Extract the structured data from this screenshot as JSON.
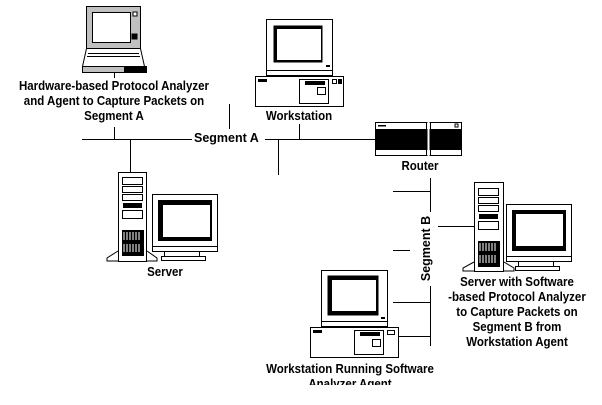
{
  "diagram": {
    "title": "Protocol analyzer network topology",
    "segments": {
      "a": "Segment A",
      "b": "Segment B"
    },
    "nodes": {
      "hw_analyzer": {
        "lines": [
          "Hardware-based Protocol Analyzer",
          "and Agent to Capture Packets on",
          "Segment A"
        ],
        "icon": "laptop-icon"
      },
      "workstation": {
        "lines": [
          "Workstation"
        ],
        "icon": "desktop-computer-icon"
      },
      "router": {
        "lines": [
          "Router"
        ],
        "icon": "router-icon"
      },
      "server": {
        "lines": [
          "Server"
        ],
        "icon": "tower-server-icon"
      },
      "sw_server": {
        "lines": [
          "Server with Software",
          "-based Protocol Analyzer",
          "to Capture Packets on",
          "Segment B from",
          "Workstation Agent"
        ],
        "icon": "tower-server-icon"
      },
      "agent_ws": {
        "lines": [
          "Workstation Running Software",
          "Analyzer Agent"
        ],
        "icon": "desktop-computer-icon"
      }
    },
    "colors": {
      "line": "#000000",
      "background": "#ffffff"
    }
  }
}
